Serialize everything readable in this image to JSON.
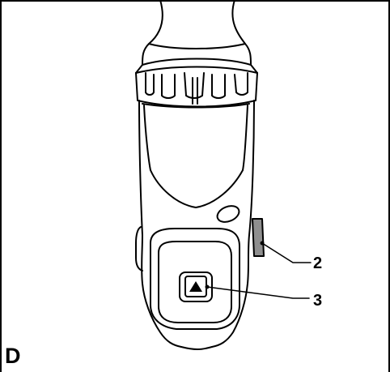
{
  "figure": {
    "panel_label": "D",
    "callouts": [
      {
        "number": "2"
      },
      {
        "number": "3"
      }
    ]
  },
  "colors": {
    "line": "#000000",
    "background": "#ffffff",
    "slide_switch_fill": "#8f8f8f"
  },
  "icons": [
    "arrow-up-icon"
  ]
}
